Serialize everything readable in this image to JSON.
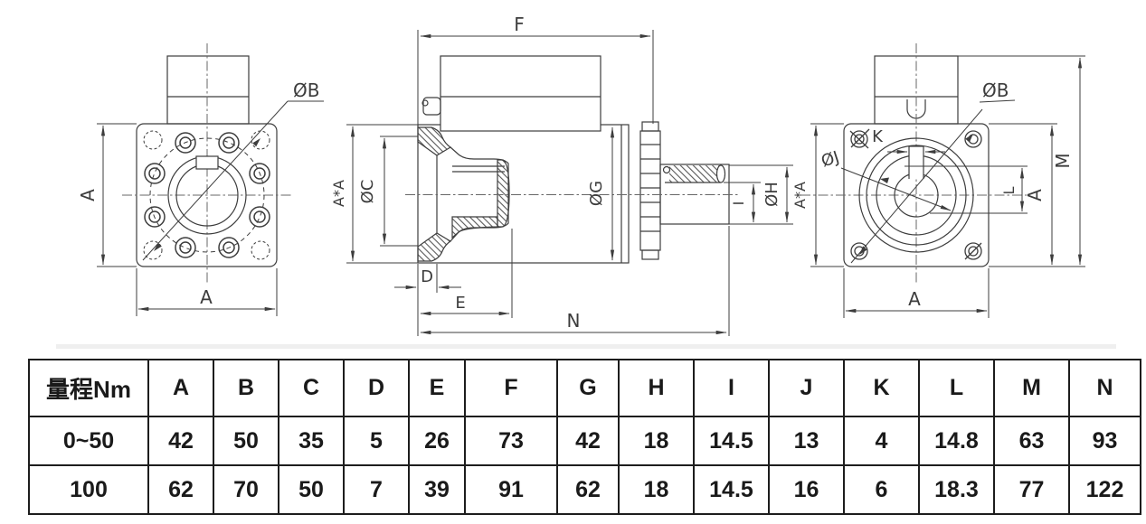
{
  "drawing": {
    "views": {
      "front": {
        "labels": {
          "dim_a_side": "A",
          "dim_a_bottom": "A",
          "dia_b": "ØB"
        }
      },
      "side": {
        "labels": {
          "f": "F",
          "a_star_a": "A*A",
          "dia_c": "ØC",
          "dia_g": "ØG",
          "d": "D",
          "e": "E",
          "n": "N",
          "i": "I",
          "dia_h": "ØH"
        }
      },
      "rear": {
        "labels": {
          "a_star_a": "A*A",
          "dia_j": "ØJ",
          "k": "K",
          "dia_b": "ØB",
          "l": "L",
          "a_side": "A",
          "m": "M",
          "a_bottom": "A"
        }
      }
    }
  },
  "table": {
    "headers": [
      "量程Nm",
      "A",
      "B",
      "C",
      "D",
      "E",
      "F",
      "G",
      "H",
      "I",
      "J",
      "K",
      "L",
      "M",
      "N"
    ],
    "rows": [
      [
        "0~50",
        "42",
        "50",
        "35",
        "5",
        "26",
        "73",
        "42",
        "18",
        "14.5",
        "13",
        "4",
        "14.8",
        "63",
        "93"
      ],
      [
        "100",
        "62",
        "70",
        "50",
        "7",
        "39",
        "91",
        "62",
        "18",
        "14.5",
        "16",
        "6",
        "18.3",
        "77",
        "122"
      ]
    ]
  },
  "colors": {
    "line": "#3d3d3d",
    "table_border": "#1d1d1d",
    "text": "#1a1a1a"
  }
}
